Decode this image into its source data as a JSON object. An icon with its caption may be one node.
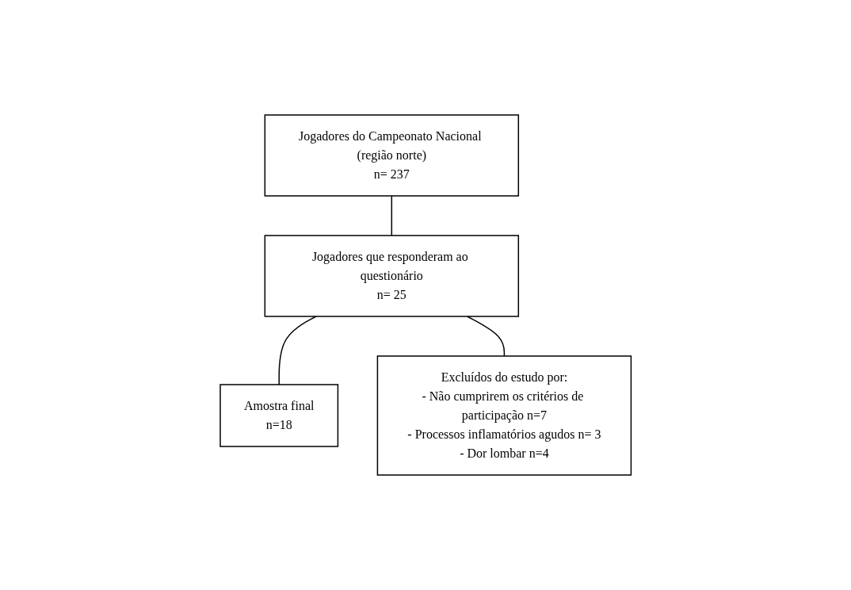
{
  "diagram": {
    "nodes": [
      {
        "text": [
          "Jogadores do Campeonato Nacional (região norte)",
          "n= 237"
        ]
      },
      {
        "text": [
          "Jogadores que responderam ao questionário",
          "n= 25"
        ]
      },
      {
        "text": [
          "Excluídos do estudo por:",
          "- Não cumprirem os critérios de participação n=7",
          "- Processos inflamatórios agudos n= 3",
          "- Dor lombar n=4"
        ]
      },
      {
        "text": [
          "Amostra final",
          "n=18"
        ]
      }
    ],
    "edges": [
      {
        "from": 0,
        "to": 1,
        "arrow": "none"
      },
      {
        "from": 1,
        "to": 3,
        "arrow": "none"
      },
      {
        "from": 1,
        "to": 2,
        "arrow": "none"
      }
    ]
  }
}
